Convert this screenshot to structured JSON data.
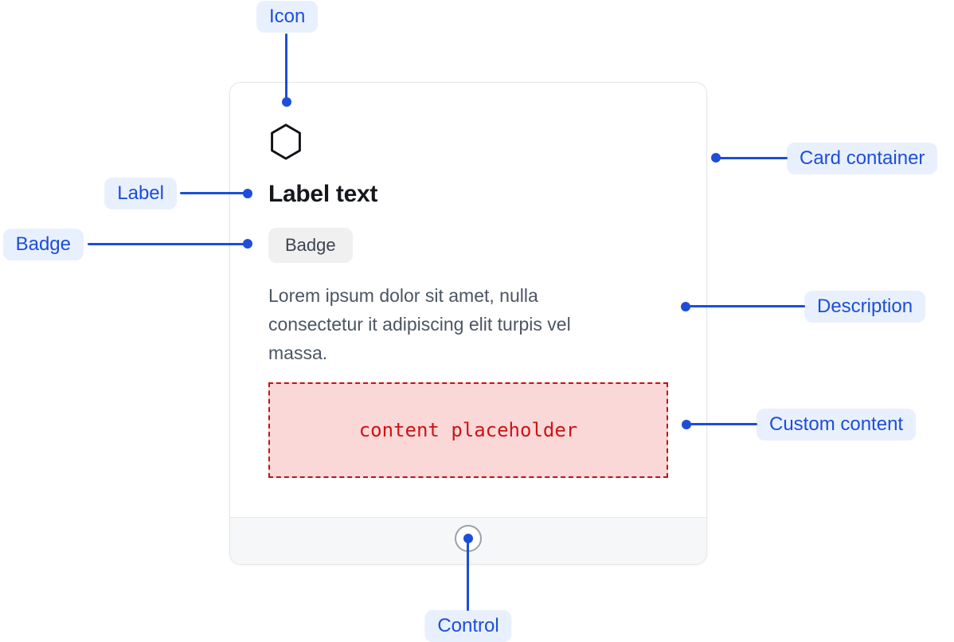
{
  "card": {
    "icon": "hexagon-icon",
    "label": "Label text",
    "badge": "Badge",
    "description_lines": [
      "Lorem ipsum dolor sit amet, nulla",
      "consectetur it adipiscing elit turpis vel",
      "massa."
    ],
    "custom_content": "content placeholder",
    "control_icon": "circle-control-icon"
  },
  "annotations": {
    "icon": "Icon",
    "label": "Label",
    "badge": "Badge",
    "card_container": "Card container",
    "description": "Description",
    "custom_content": "Custom content",
    "control": "Control"
  },
  "colors": {
    "annotation_blue": "#1d4ed8",
    "annotation_pill_bg": "#e9f0fd",
    "card_border": "#e5e6ea",
    "badge_bg": "#f0f0f1",
    "badge_text": "#3d4450",
    "label_text": "#14171c",
    "description_text": "#4b5563",
    "placeholder_bg": "#fbd8d8",
    "placeholder_border": "#c51212",
    "placeholder_text": "#cc1414",
    "footer_bg": "#f6f7f8",
    "control_ring": "#9aa1ab"
  }
}
